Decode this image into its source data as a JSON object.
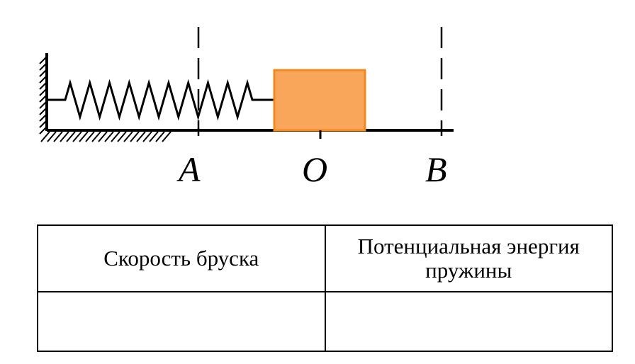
{
  "diagram": {
    "points": [
      {
        "id": "A",
        "label": "A"
      },
      {
        "id": "O",
        "label": "O"
      },
      {
        "id": "B",
        "label": "B"
      }
    ],
    "block_color": "#f9a65a",
    "block_border": "#f08a20",
    "line_color": "#000000"
  },
  "table": {
    "headers": [
      "Скорость бруска",
      "Потенциальная энергия пружины"
    ],
    "rows": [
      [
        "",
        ""
      ]
    ]
  }
}
